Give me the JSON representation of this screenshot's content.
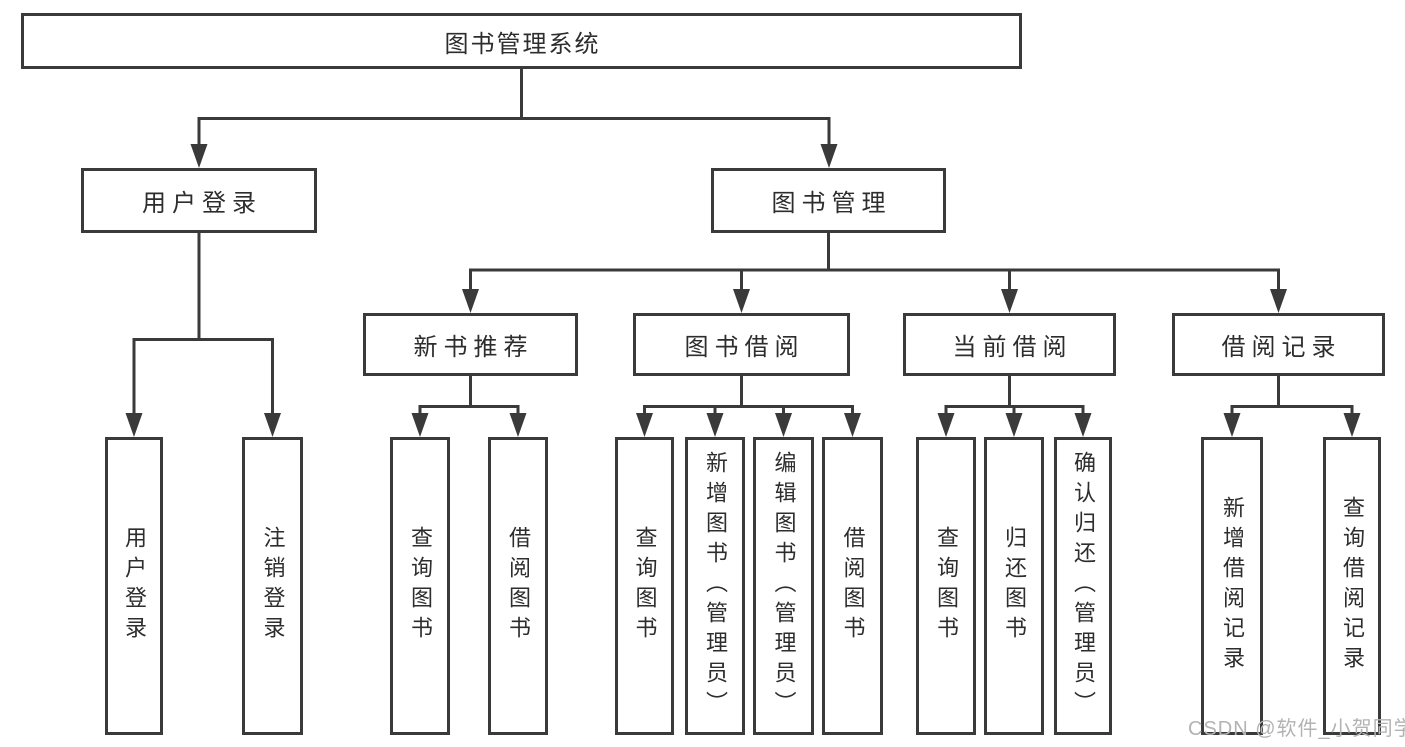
{
  "diagram_title": "图书管理系统",
  "tree": {
    "label": "图书管理系统",
    "children": [
      {
        "label": "用户登录",
        "children": [
          {
            "label": "用户登录"
          },
          {
            "label": "注销登录"
          }
        ]
      },
      {
        "label": "图书管理",
        "children": [
          {
            "label": "新书推荐",
            "children": [
              {
                "label": "查询图书"
              },
              {
                "label": "借阅图书"
              }
            ]
          },
          {
            "label": "图书借阅",
            "children": [
              {
                "label": "查询图书"
              },
              {
                "label": "新增图书（管理员）"
              },
              {
                "label": "编辑图书（管理员）"
              },
              {
                "label": "借阅图书"
              }
            ]
          },
          {
            "label": "当前借阅",
            "children": [
              {
                "label": "查询图书"
              },
              {
                "label": "归还图书"
              },
              {
                "label": "确认归还（管理员）"
              }
            ]
          },
          {
            "label": "借阅记录",
            "children": [
              {
                "label": "新增借阅记录"
              },
              {
                "label": "查询借阅记录"
              }
            ]
          }
        ]
      }
    ]
  },
  "watermark": {
    "text": "CSDN @软件_小贺同学"
  },
  "colors": {
    "line": "#3a3a3a",
    "box_border": "#3a3a3a",
    "text": "#2d2d2d",
    "watermark": "#b3b3b3",
    "background": "#ffffff"
  }
}
